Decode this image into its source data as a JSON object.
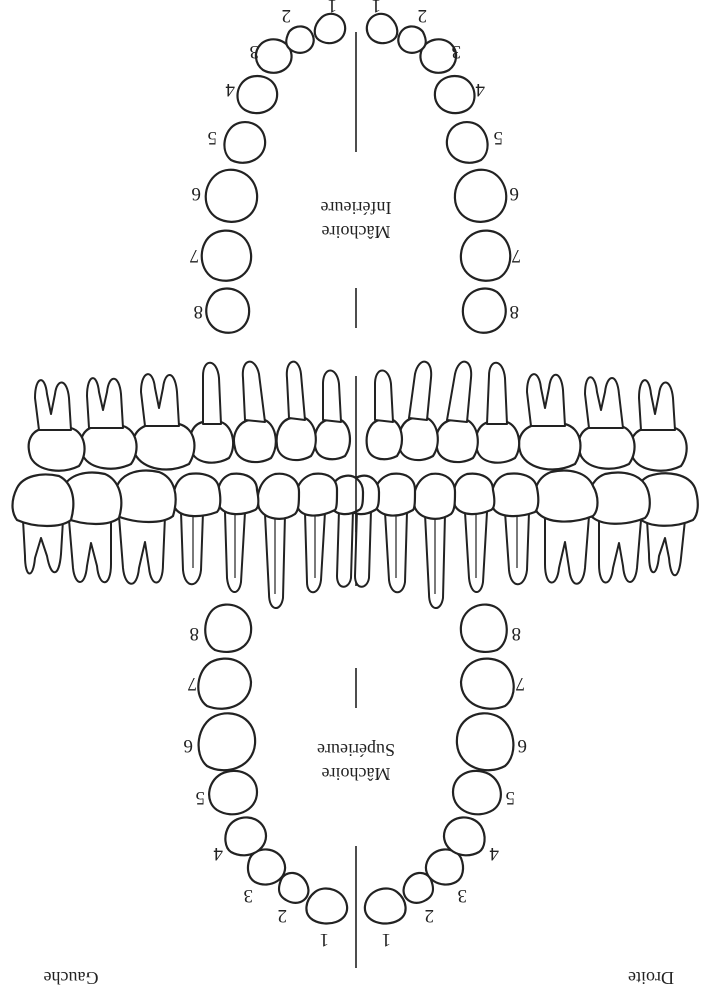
{
  "page": {
    "orientation": "upside-down",
    "ink": "#222222",
    "background": "#ffffff"
  },
  "labels": {
    "lower_jaw": [
      "Mâchoire",
      "Inférieure"
    ],
    "upper_jaw": [
      "Mâchoire",
      "Supérieure"
    ],
    "left": "Gauche",
    "right": "Droite"
  },
  "tooth_numbers": [
    "1",
    "2",
    "3",
    "4",
    "5",
    "6",
    "7",
    "8"
  ]
}
